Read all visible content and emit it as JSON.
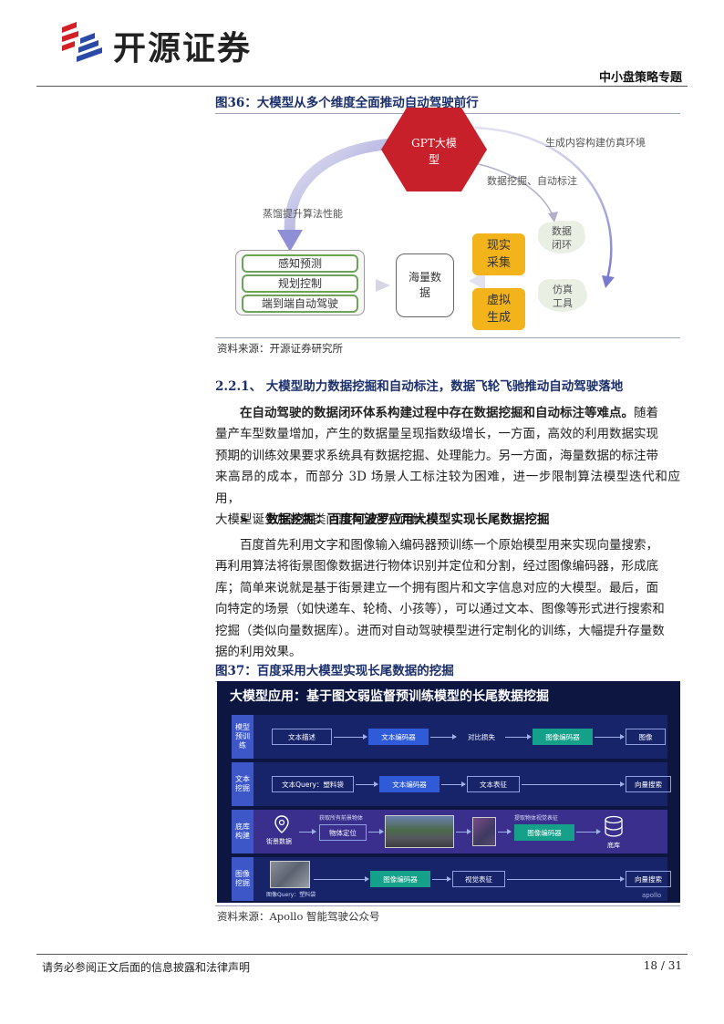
{
  "header": {
    "logo_text": "开源证券",
    "section": "中小盘策略专题"
  },
  "figure36": {
    "caption": "图36：大模型从多个维度全面推动自动驾驶前行",
    "hexagon": [
      "GPT大模",
      "型"
    ],
    "label_top_right": "生成内容构建仿真环境",
    "label_middle": "数据挖掘、自动标注",
    "label_left": "蒸馏提升算法性能",
    "boxes": [
      "感知预测",
      "规划控制",
      "端到端自动驾驶"
    ],
    "center_box": [
      "海量数",
      "据"
    ],
    "yellow_boxes": [
      [
        "现实",
        "采集"
      ],
      [
        "虚拟",
        "生成"
      ]
    ],
    "clouds": [
      [
        "数据",
        "闭环"
      ],
      [
        "仿真",
        "工具"
      ]
    ],
    "source": "资料来源：开源证券研究所"
  },
  "section_heading": "2.2.1、 大模型助力数据挖掘和自动标注，数据飞轮飞驰推动自动驾驶落地",
  "para1": {
    "bold": "在自动驾驶的数据闭环体系构建过程中存在数据挖掘和自动标注等难点。",
    "line1_rest": "随着",
    "lines": [
      "量产车型数量增加，产生的数据量呈现指数级增长，一方面，高效的利用数据实现",
      "预期的训练效果要求系统具有数据挖掘、处理能力。另一方面，海量数据的标注带",
      "来高昂的成本，而部分 3D 场景人工标注较为困难，进一步限制算法模型迭代和应用，",
      "大模型诞生后这两类问题有望迎刃而解。"
    ]
  },
  "bullet": {
    "marker": "➢",
    "text": "数据挖掘：百度阿波罗应用大模型实现长尾数据挖掘"
  },
  "para2": {
    "lines": [
      "百度首先利用文字和图像输入编码器预训练一个原始模型用来实现向量搜索，",
      "再利用算法将街景图像数据进行物体识别并定位和分割，经过图像编码器，形成底",
      "库；简单来说就是基于街景建立一个拥有图片和文字信息对应的大模型。最后，面",
      "向特定的场景（如快递车、轮椅、小孩等），可以通过文本、图像等形式进行搜索和",
      "挖掘（类似向量数据库）。进而对自动驾驶模型进行定制化的训练，大幅提升存量数",
      "据的利用效果。"
    ]
  },
  "figure37": {
    "caption": "图37：百度采用大模型实现长尾数据的挖掘",
    "title": "大模型应用：基于图文弱监督预训练模型的长尾数据挖掘",
    "rows": [
      {
        "tag": "模型预训练",
        "items": [
          "文本描述",
          "文本编码器",
          "对比损失",
          "图像编码器",
          "图像"
        ]
      },
      {
        "tag": "文本挖掘",
        "items": [
          "文本Query：塑料袋",
          "文本编码器",
          "文本表征",
          "向量搜索"
        ]
      },
      {
        "tag": "底库构建",
        "items": [
          "街景数据",
          "物体定位",
          "图像编码器",
          "底库"
        ],
        "notes": [
          "获取所有前景物体",
          "提取物体视觉表征"
        ]
      },
      {
        "tag": "图像挖掘",
        "items": [
          "图像编码器",
          "视觉表征",
          "向量搜索"
        ],
        "notes": [
          "图像Query：塑料袋"
        ]
      }
    ],
    "watermark": "apollo",
    "source": "资料来源：Apollo 智能驾驶公众号"
  },
  "footer": {
    "disclaimer": "请务必参阅正文后面的信息披露和法律声明",
    "page": "18 / 31"
  },
  "colors": {
    "caption_blue": "#1b2f6b",
    "hexagon_red": "#c8202a",
    "yellow": "#f2b31b",
    "green_border": "#6fa35a",
    "panel_navy": "#0c1640"
  }
}
